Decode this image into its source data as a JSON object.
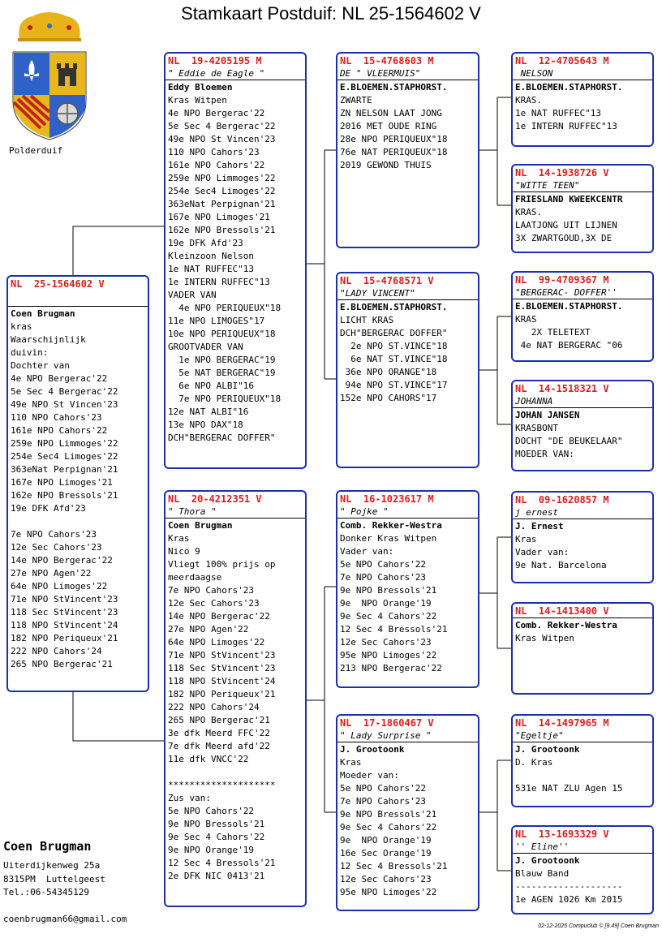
{
  "title": "Stamkaart Postduif: NL  25-1564602 V",
  "club": "Polderduif",
  "owner": {
    "name": "Coen Brugman",
    "address": "Uiterdijkenweg 25a",
    "city": "8315PM  Luttelgeest",
    "phone": "Tel.:06-54345129",
    "email": "coenbrugman66@gmail.com"
  },
  "footer_stamp": "02-12-2025   Compuclub © [9.49]  Coen Brugman",
  "colors": {
    "border": "#1c2fb0",
    "ring": "#d71f1f"
  },
  "pigeons": {
    "main": {
      "ring": "NL  25-1564602 V",
      "name": "",
      "lines": [
        "Coen Brugman",
        "kras",
        "Waarschijnlijk",
        "duivin:",
        "Dochter van",
        "4e NPO Bergerac'22",
        "5e Sec 4 Bergerac'22",
        "49e NPO St Vincen'23",
        "110 NPO Cahors'23",
        "161e NPO Cahors'22",
        "259e NPO Limmoges'22",
        "254e Sec4 Limoges'22",
        "363eNat Perpignan'21",
        "167e NPO Limoges'21",
        "162e NPO Bressols'21",
        "19e DFK Afd'23",
        "",
        "7e NPO Cahors'23",
        "12e Sec Cahors'23",
        "14e NPO Bergerac'22",
        "27e NPO Agen'22",
        "64e NPO Limoges'22",
        "71e NPO StVincent'23",
        "118 Sec StVincent'23",
        "118 NPO StVincent'24",
        "182 NPO Periqueux'21",
        "222 NPO Cahors'24",
        "265 NPO Bergerac'21"
      ]
    },
    "father": {
      "ring": "NL  19-4205195 M",
      "name": "\" Eddie de Eagle \"",
      "lines": [
        "Eddy Bloemen",
        "Kras Witpen",
        "4e NPO Bergerac'22",
        "5e Sec 4 Bergerac'22",
        "49e NPO St Vincen'23",
        "110 NPO Cahors'23",
        "161e NPO Cahors'22",
        "259e NPO Limmoges'22",
        "254e Sec4 Limoges'22",
        "363eNat Perpignan'21",
        "167e NPO Limoges'21",
        "162e NPO Bressols'21",
        "19e DFK Afd'23",
        "Kleinzoon Nelson",
        "1e NAT RUFFEC\"13",
        "1e INTERN RUFFEC\"13",
        "VADER VAN",
        "  4e NPO PERIQUEUX\"18",
        "11e NPO LIMOGES\"17",
        "10e NPO PERIQUEUX\"18",
        "GROOTVADER VAN",
        "  1e NPO BERGERAC\"19",
        "  5e NAT BERGERAC\"19",
        "  6e NPO ALBI\"16",
        "  7e NPO PERIQUEUX\"18",
        "12e NAT ALBI\"16",
        "13e NPO DAX\"18",
        "DCH\"BERGERAC DOFFER\""
      ]
    },
    "mother": {
      "ring": "NL  20-4212351 V",
      "name": "\" Thora \"",
      "lines": [
        "Coen Brugman",
        "Kras",
        "Nico 9",
        "Vliegt 100% prijs op",
        "meerdaagse",
        "7e NPO Cahors'23",
        "12e Sec Cahors'23",
        "14e NPO Bergerac'22",
        "27e NPO Agen'22",
        "64e NPO Limoges'22",
        "71e NPO StVincent'23",
        "118 Sec StVincent'23",
        "118 NPO StVincent'24",
        "182 NPO Periqueux'21",
        "222 NPO Cahors'24",
        "265 NPO Bergerac'21",
        "3e dfk Meerd FFC'22",
        "7e dfk Meerd afd'22",
        "11e dfk VNCC'22",
        "",
        "********************",
        "Zus van:",
        "5e NPO Cahors'22",
        "9e NPO Bressols'21",
        "9e Sec 4 Cahors'22",
        "9e NPO Orange'19",
        "12 Sec 4 Bressols'21",
        "2e DFK NIC 0413'21"
      ]
    },
    "ff": {
      "ring": "NL  15-4768603 M",
      "name": "DE \" VLEERMUIS\"",
      "lines": [
        "E.BLOEMEN.STAPHORST.",
        "ZWARTE",
        "ZN NELSON LAAT JONG",
        "2016 MET OUDE RING",
        "28e NPO PERIQUEUX\"18",
        "76e NAT PERIQUEUX\"18",
        "2019 GEWOND THUIS"
      ]
    },
    "fm": {
      "ring": "NL  15-4768571 V",
      "name": "\"LADY VINCENT\"",
      "lines": [
        "E.BLOEMEN.STAPHORST.",
        "LICHT KRAS",
        "DCH\"BERGERAC DOFFER\"",
        "  2e NPO ST.VINCE\"18",
        "  6e NAT ST.VINCE\"18",
        " 36e NPO ORANGE\"18",
        " 94e NPO ST.VINCE\"17",
        "152e NPO CAHORS\"17"
      ]
    },
    "mf": {
      "ring": "NL  16-1023617 M",
      "name": "\" Pojke \"",
      "lines": [
        "Comb. Rekker-Westra",
        "Donker Kras Witpen",
        "Vader van:",
        "5e NPO Cahors'22",
        "7e NPO Cahors'23",
        "9e NPO Bressols'21",
        "9e  NPO Orange'19",
        "9e Sec 4 Cahors'22",
        "12 Sec 4 Bressols'21",
        "12e Sec Cahors'23",
        "95e NPO Limoges'22",
        "213 NPO Bergerac'22"
      ]
    },
    "mm": {
      "ring": "NL  17-1860467 V",
      "name": "\" Lady Surprise \"",
      "lines": [
        "J. Grootoonk",
        "Kras",
        "Moeder van:",
        "5e NPO Cahors'22",
        "7e NPO Cahors'23",
        "9e NPO Bressols'21",
        "9e Sec 4 Cahors'22",
        "9e  NPO Orange'19",
        "16e Sec Orange'19",
        "12 Sec 4 Bressols'21",
        "12e Sec Cahors'23",
        "95e NPO Limoges'22"
      ]
    },
    "fff": {
      "ring": "NL  12-4705643 M",
      "name": " NELSON",
      "lines": [
        "E.BLOEMEN.STAPHORST.",
        "KRAS.",
        "1e NAT RUFFEC\"13",
        "1e INTERN RUFFEC\"13"
      ]
    },
    "ffm": {
      "ring": "NL  14-1938726 V",
      "name": "\"WITTE TEEN\"",
      "lines": [
        "FRIESLAND KWEEKCENTR",
        "KRAS.",
        "LAATJONG UIT LIJNEN",
        "3X ZWARTGOUD,3X DE"
      ]
    },
    "fmf": {
      "ring": "NL  99-4709367 M",
      "name": "\"BERGERAC- DOFFER''",
      "lines": [
        "E.BLOEMEN.STAPHORST.",
        "KRAS",
        "   2X TELETEXT",
        " 4e NAT BERGERAC \"06"
      ]
    },
    "fmm": {
      "ring": "NL  14-1518321 V",
      "name": "JOHANNA",
      "lines": [
        "JOHAN JANSEN",
        "KRASBONT",
        "DOCHT \"DE BEUKELAAR\"",
        "MOEDER VAN:"
      ]
    },
    "mff": {
      "ring": "NL  09-1620857 M",
      "name": "j ernest",
      "lines": [
        "J. Ernest",
        "Kras",
        "Vader van:",
        "9e Nat. Barcelona"
      ]
    },
    "mfm": {
      "ring": "NL  14-1413400 V",
      "name": "",
      "lines": [
        "Comb. Rekker-Westra",
        "Kras Witpen"
      ]
    },
    "mmf": {
      "ring": "NL  14-1497965 M",
      "name": "\"Egeltje\"",
      "lines": [
        "J. Grootoonk",
        "D. Kras",
        "",
        "531e NAT ZLU Agen 15"
      ]
    },
    "mmm": {
      "ring": "NL  13-1693329 V",
      "name": "'' Eline''",
      "lines": [
        "J. Grootoonk",
        "Blauw Band",
        "--------------------",
        "1e AGEN 1026 Km 2015"
      ]
    }
  }
}
